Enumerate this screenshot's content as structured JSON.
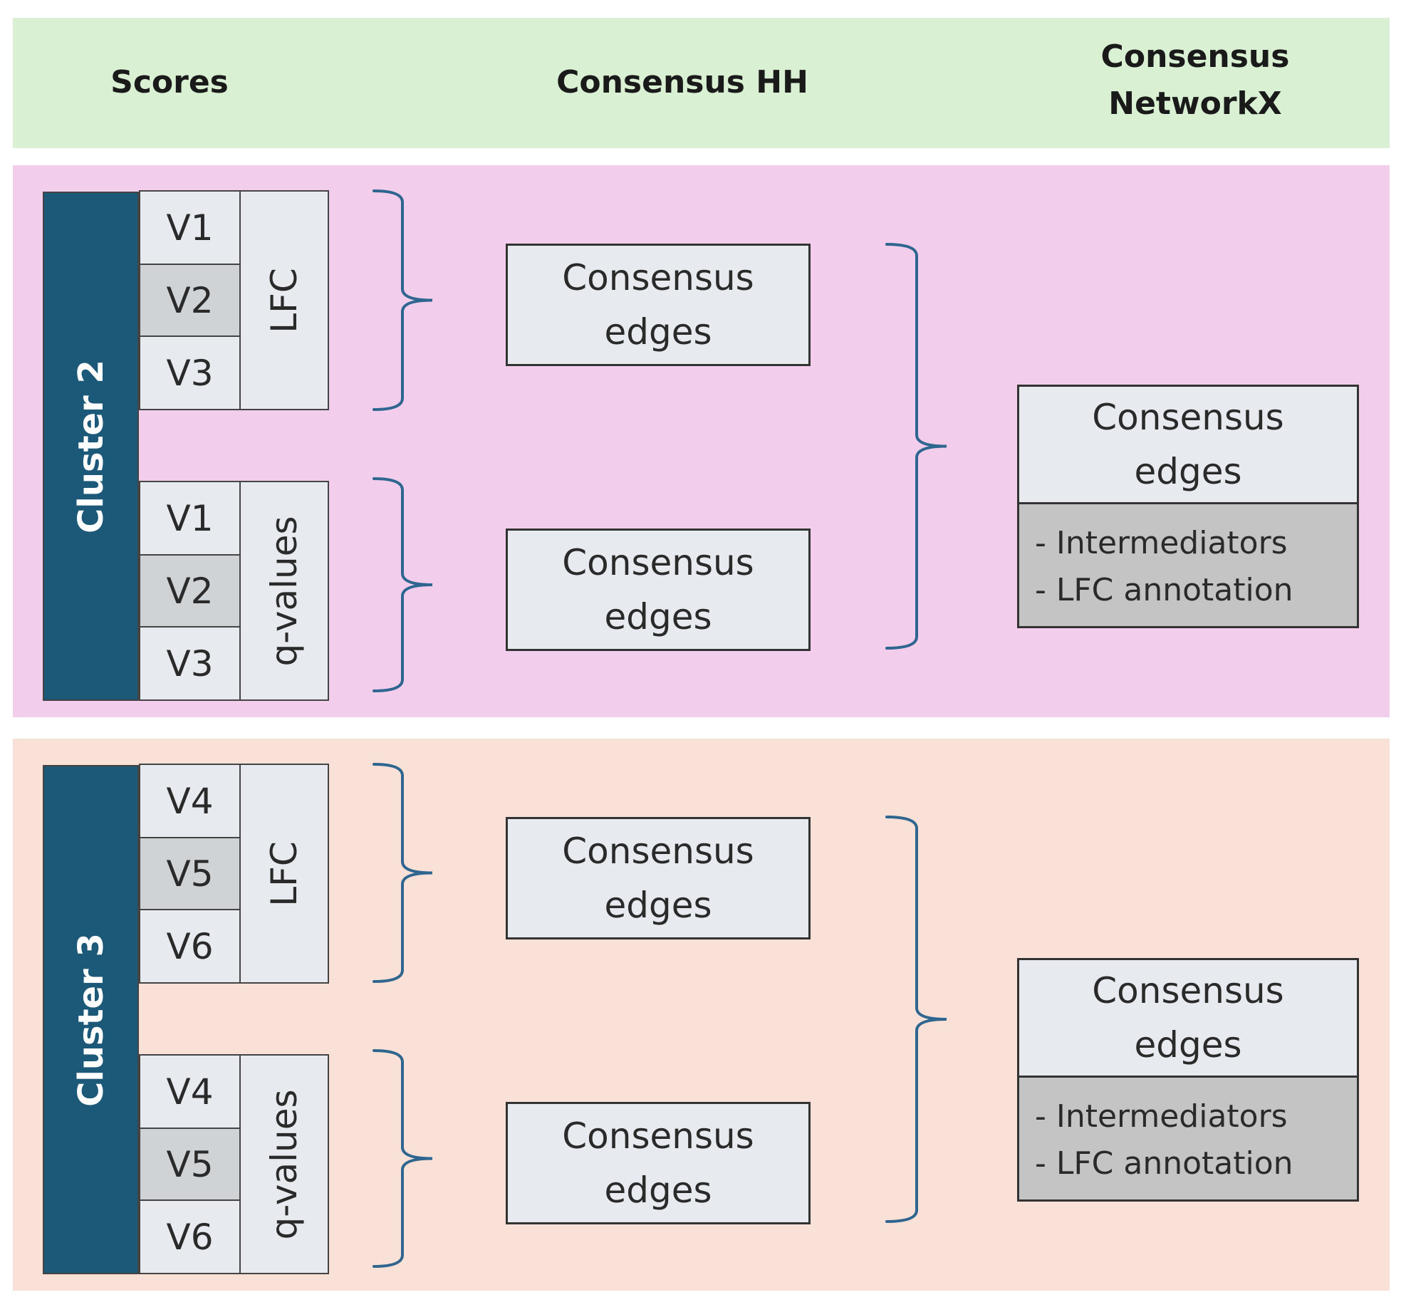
{
  "header": {
    "scores": "Scores",
    "consensus_hh": "Consensus HH",
    "networkx_line1": "Consensus",
    "networkx_line2": "NetworkX"
  },
  "clusters": [
    {
      "label": "Cluster 2",
      "groups": [
        {
          "metric": "LFC",
          "variants": [
            "V1",
            "V2",
            "V3"
          ],
          "edges_line1": "Consensus",
          "edges_line2": "edges"
        },
        {
          "metric": "q-values",
          "variants": [
            "V1",
            "V2",
            "V3"
          ],
          "edges_line1": "Consensus",
          "edges_line2": "edges"
        }
      ],
      "networkx": {
        "title_line1": "Consensus",
        "title_line2": "edges",
        "items": [
          "- Intermediators",
          "- LFC annotation"
        ]
      }
    },
    {
      "label": "Cluster 3",
      "groups": [
        {
          "metric": "LFC",
          "variants": [
            "V4",
            "V5",
            "V6"
          ],
          "edges_line1": "Consensus",
          "edges_line2": "edges"
        },
        {
          "metric": "q-values",
          "variants": [
            "V4",
            "V5",
            "V6"
          ],
          "edges_line1": "Consensus",
          "edges_line2": "edges"
        }
      ],
      "networkx": {
        "title_line1": "Consensus",
        "title_line2": "edges",
        "items": [
          "- Intermediators",
          "- LFC annotation"
        ]
      }
    }
  ],
  "colors": {
    "header_bg": "#d9f0d3",
    "cluster2_bg": "#f2cdec",
    "cluster3_bg": "#f9e1d7",
    "cluster_bar": "#1c5878",
    "brace": "#2f6690",
    "box_fill": "#e7eaee",
    "box_fill_dark": "#c4c4c4"
  }
}
